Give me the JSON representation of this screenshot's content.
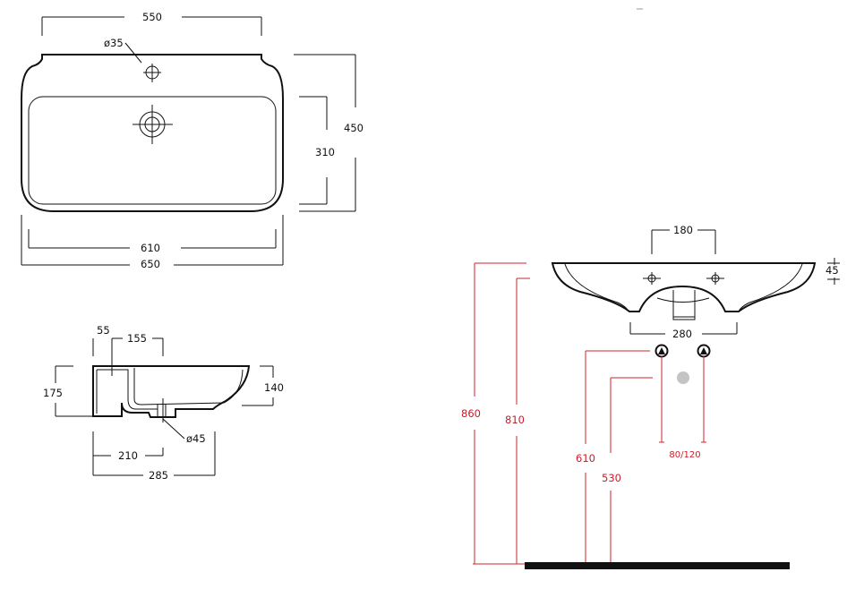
{
  "top_view": {
    "dim_width_top": "550",
    "dim_tap_hole": "ø35",
    "dim_depth": "450",
    "dim_bowl_depth": "310",
    "dim_bowl_width": "610",
    "dim_width": "650"
  },
  "side_view": {
    "dim_wall_offset": "55",
    "dim_offset_155": "155",
    "dim_height": "175",
    "dim_front_height": "140",
    "dim_drain_offset": "210",
    "dim_depth": "285",
    "dim_drain": "ø45"
  },
  "front_view": {
    "dim_tap_spacing": "180",
    "dim_rim": "45",
    "dim_pedestal": "280",
    "dim_rim_height": "860",
    "dim_bowl_bottom_height": "810",
    "dim_supply_height": "610",
    "dim_waste_height": "530",
    "dim_supply_spacing": "80/120",
    "accent_color": "#d0242b"
  }
}
